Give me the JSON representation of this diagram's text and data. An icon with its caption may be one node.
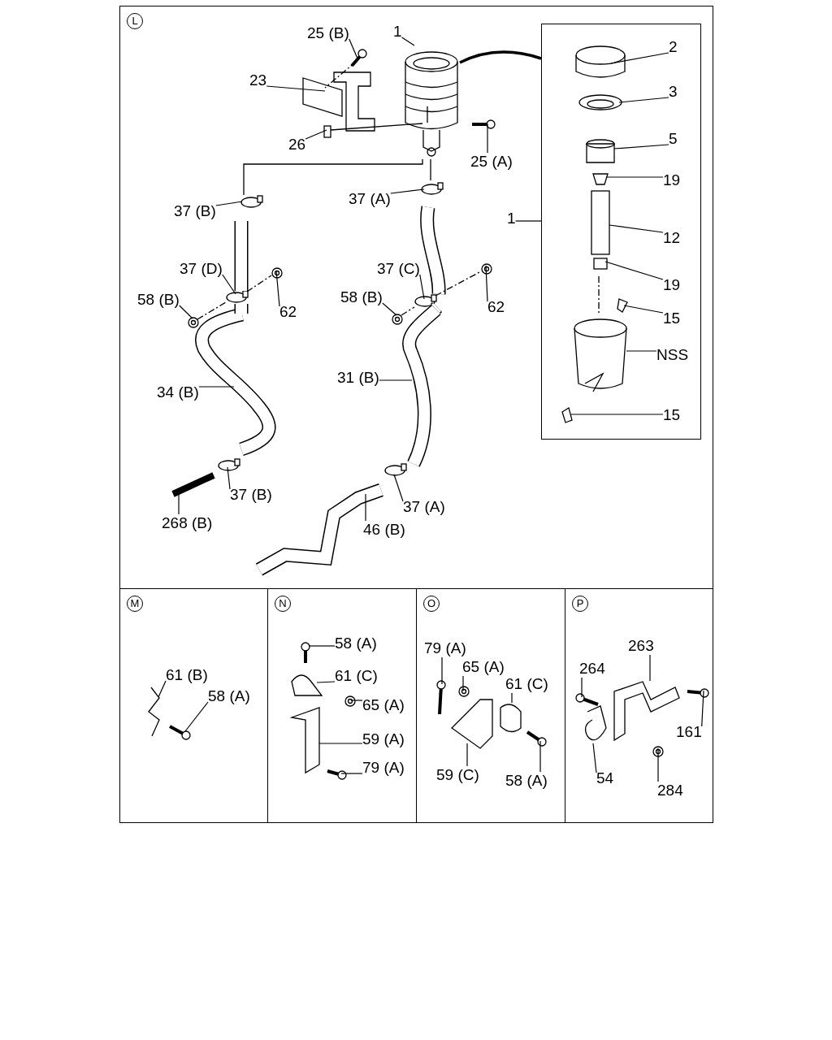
{
  "diagram": {
    "nodes": [
      {
        "text": [
          "L"
        ]
      },
      {
        "text": [],
        "shape": "picture",
        "in": 0
      },
      {
        "text": [],
        "shape": "box",
        "in": 0
      },
      {
        "text": [
          "25 (B)"
        ],
        "in": 0
      },
      {
        "text": [
          "1"
        ],
        "in": 0
      },
      {
        "text": [
          "23"
        ],
        "in": 0
      },
      {
        "text": [
          "26"
        ],
        "in": 0
      },
      {
        "text": [
          "25 (A)"
        ],
        "in": 0
      },
      {
        "text": [
          "37 (B)"
        ],
        "in": 0
      },
      {
        "text": [
          "37 (A)"
        ],
        "in": 0
      },
      {
        "text": [
          "1"
        ],
        "in": 0
      },
      {
        "text": [
          "37 (D)"
        ],
        "in": 0
      },
      {
        "text": [
          "37 (C)"
        ],
        "in": 0
      },
      {
        "text": [
          "58 (B)"
        ],
        "in": 0
      },
      {
        "text": [
          "62"
        ],
        "in": 0
      },
      {
        "text": [
          "58 (B)"
        ],
        "in": 0
      },
      {
        "text": [
          "62"
        ],
        "in": 0
      },
      {
        "text": [
          "34 (B)"
        ],
        "in": 0
      },
      {
        "text": [
          "31 (B)"
        ],
        "in": 0
      },
      {
        "text": [
          "37 (B)"
        ],
        "in": 0
      },
      {
        "text": [
          "268 (B)"
        ],
        "in": 0
      },
      {
        "text": [
          "37 (A)"
        ],
        "in": 0
      },
      {
        "text": [
          "46 (B)"
        ],
        "in": 0
      },
      {
        "text": [
          "2"
        ],
        "in": 2
      },
      {
        "text": [
          "3"
        ],
        "in": 2
      },
      {
        "text": [
          "5"
        ],
        "in": 2
      },
      {
        "text": [
          "19"
        ],
        "in": 2
      },
      {
        "text": [
          "12"
        ],
        "in": 2
      },
      {
        "text": [
          "19"
        ],
        "in": 2
      },
      {
        "text": [
          "15"
        ],
        "in": 2
      },
      {
        "text": [
          "NSS"
        ],
        "in": 2
      },
      {
        "text": [
          "15"
        ],
        "in": 2
      },
      {
        "text": [
          "M"
        ]
      },
      {
        "text": [
          "61 (B)"
        ],
        "in": 32
      },
      {
        "text": [
          "58 (A)"
        ],
        "in": 32
      },
      {
        "text": [
          "N"
        ]
      },
      {
        "text": [
          "58 (A)"
        ],
        "in": 35
      },
      {
        "text": [
          "61 (C)"
        ],
        "in": 35
      },
      {
        "text": [
          "65 (A)"
        ],
        "in": 35
      },
      {
        "text": [
          "59 (A)"
        ],
        "in": 35
      },
      {
        "text": [
          "79 (A)"
        ],
        "in": 35
      },
      {
        "text": [
          "O"
        ]
      },
      {
        "text": [
          "79 (A)"
        ],
        "in": 41
      },
      {
        "text": [
          "65 (A)"
        ],
        "in": 41
      },
      {
        "text": [
          "61 (C)"
        ],
        "in": 41
      },
      {
        "text": [
          "59 (C)"
        ],
        "in": 41
      },
      {
        "text": [
          "58 (A)"
        ],
        "in": 41
      },
      {
        "text": [
          "P"
        ]
      },
      {
        "text": [
          "263"
        ],
        "in": 47
      },
      {
        "text": [
          "264"
        ],
        "in": 47
      },
      {
        "text": [
          "161"
        ],
        "in": 47
      },
      {
        "text": [
          "54"
        ],
        "in": 47
      },
      {
        "text": [
          "284"
        ],
        "in": 47
      },
      {
        "text": [],
        "shape": "picture",
        "in": 0
      },
      {
        "text": [],
        "shape": "picture",
        "in": 0
      },
      {
        "text": [],
        "shape": "box",
        "in": 0
      },
      {
        "text": [],
        "shape": "picture",
        "in": 0
      },
      {
        "text": [],
        "shape": "circle",
        "in": 0
      },
      {
        "text": [],
        "shape": "circle",
        "in": 0
      },
      {
        "text": [],
        "shape": "circle",
        "in": 0
      },
      {
        "text": [],
        "shape": "circle",
        "in": 0
      },
      {
        "text": [],
        "shape": "picture",
        "in": 0
      },
      {
        "text": [],
        "shape": "picture",
        "in": 0
      },
      {
        "text": [],
        "shape": "picture",
        "in": 0
      },
      {
        "text": [],
        "shape": "picture",
        "in": 0
      },
      {
        "text": [],
        "shape": "picture",
        "in": 0
      },
      {
        "text": [],
        "shape": "picture",
        "in": 0
      },
      {
        "text": [],
        "shape": "circle",
        "in": 0
      },
      {
        "text": [],
        "shape": "picture",
        "in": 0
      },
      {
        "text": [],
        "shape": "circle",
        "in": 0
      },
      {
        "text": [],
        "shape": "picture",
        "in": 0
      },
      {
        "text": [],
        "shape": "cylinder",
        "in": 2
      },
      {
        "text": [],
        "shape": "picture",
        "in": 2
      },
      {
        "text": [],
        "shape": "cylinder",
        "in": 2
      },
      {
        "text": [],
        "shape": "picture",
        "in": 2
      },
      {
        "text": [],
        "shape": "box",
        "in": 2
      },
      {
        "text": [],
        "shape": "box",
        "in": 2
      },
      {
        "text": [],
        "shape": "picture",
        "in": 2
      },
      {
        "text": [],
        "shape": "picture",
        "in": 2
      },
      {
        "text": [],
        "shape": "picture",
        "in": 2
      },
      {
        "text": [],
        "shape": "picture",
        "in": 32
      },
      {
        "text": [],
        "shape": "picture",
        "in": 32
      },
      {
        "text": [],
        "shape": "picture",
        "in": 35
      },
      {
        "text": [],
        "shape": "picture",
        "in": 35
      },
      {
        "text": [],
        "shape": "picture",
        "in": 35
      },
      {
        "text": [],
        "shape": "picture",
        "in": 35
      },
      {
        "text": [],
        "shape": "picture",
        "in": 35
      },
      {
        "text": [],
        "shape": "picture",
        "in": 41
      },
      {
        "text": [],
        "shape": "picture",
        "in": 41
      },
      {
        "text": [],
        "shape": "picture",
        "in": 41
      },
      {
        "text": [],
        "shape": "picture",
        "in": 41
      },
      {
        "text": [],
        "shape": "picture",
        "in": 41
      },
      {
        "text": [],
        "shape": "picture",
        "in": 47
      },
      {
        "text": [],
        "shape": "picture",
        "in": 47
      },
      {
        "text": [],
        "shape": "picture",
        "in": 47
      },
      {
        "text": [],
        "shape": "picture",
        "in": 47
      },
      {
        "text": [],
        "shape": "picture",
        "in": 47
      }
    ],
    "edges": [
      {
        "from": 1,
        "to": 2,
        "arrow": "none",
        "style": "thick"
      },
      {
        "from": 3,
        "to": 53,
        "arrow": "none"
      },
      {
        "from": 4,
        "to": 1,
        "arrow": "none"
      },
      {
        "from": 5,
        "to": 54,
        "arrow": "none"
      },
      {
        "from": 6,
        "to": 55,
        "arrow": "none"
      },
      {
        "from": 7,
        "to": 56,
        "arrow": "none"
      },
      {
        "from": 8,
        "to": 57,
        "arrow": "none"
      },
      {
        "from": 9,
        "to": 58,
        "arrow": "none"
      },
      {
        "from": 10,
        "to": 2,
        "arrow": "none"
      },
      {
        "from": 11,
        "to": 59,
        "arrow": "none"
      },
      {
        "from": 12,
        "to": 60,
        "arrow": "none"
      },
      {
        "from": 13,
        "to": 61,
        "arrow": "none"
      },
      {
        "from": 14,
        "to": 62,
        "arrow": "none"
      },
      {
        "from": 15,
        "to": 63,
        "arrow": "none"
      },
      {
        "from": 16,
        "to": 64,
        "arrow": "none"
      },
      {
        "from": 17,
        "to": 65,
        "arrow": "none"
      },
      {
        "from": 18,
        "to": 66,
        "arrow": "none"
      },
      {
        "from": 19,
        "to": 67,
        "arrow": "none"
      },
      {
        "from": 20,
        "to": 68,
        "arrow": "none"
      },
      {
        "from": 21,
        "to": 69,
        "arrow": "none"
      },
      {
        "from": 22,
        "to": 70,
        "arrow": "none"
      },
      {
        "from": 23,
        "to": 71,
        "arrow": "none"
      },
      {
        "from": 24,
        "to": 72,
        "arrow": "none"
      },
      {
        "from": 25,
        "to": 73,
        "arrow": "none"
      },
      {
        "from": 26,
        "to": 74,
        "arrow": "none"
      },
      {
        "from": 27,
        "to": 75,
        "arrow": "none"
      },
      {
        "from": 28,
        "to": 76,
        "arrow": "none"
      },
      {
        "from": 29,
        "to": 77,
        "arrow": "none"
      },
      {
        "from": 30,
        "to": 78,
        "arrow": "none"
      },
      {
        "from": 31,
        "to": 79,
        "arrow": "none"
      },
      {
        "from": 33,
        "to": 80,
        "arrow": "none"
      },
      {
        "from": 34,
        "to": 81,
        "arrow": "none"
      },
      {
        "from": 36,
        "to": 82,
        "arrow": "none"
      },
      {
        "from": 37,
        "to": 83,
        "arrow": "none"
      },
      {
        "from": 38,
        "to": 84,
        "arrow": "none"
      },
      {
        "from": 39,
        "to": 85,
        "arrow": "none"
      },
      {
        "from": 40,
        "to": 86,
        "arrow": "none"
      },
      {
        "from": 42,
        "to": 87,
        "arrow": "none"
      },
      {
        "from": 43,
        "to": 88,
        "arrow": "none"
      },
      {
        "from": 44,
        "to": 89,
        "arrow": "none"
      },
      {
        "from": 45,
        "to": 90,
        "arrow": "none"
      },
      {
        "from": 46,
        "to": 91,
        "arrow": "none"
      },
      {
        "from": 48,
        "to": 92,
        "arrow": "none"
      },
      {
        "from": 49,
        "to": 93,
        "arrow": "none"
      },
      {
        "from": 50,
        "to": 94,
        "arrow": "none"
      },
      {
        "from": 51,
        "to": 95,
        "arrow": "none"
      },
      {
        "from": 52,
        "to": 96,
        "arrow": "none"
      }
    ]
  }
}
